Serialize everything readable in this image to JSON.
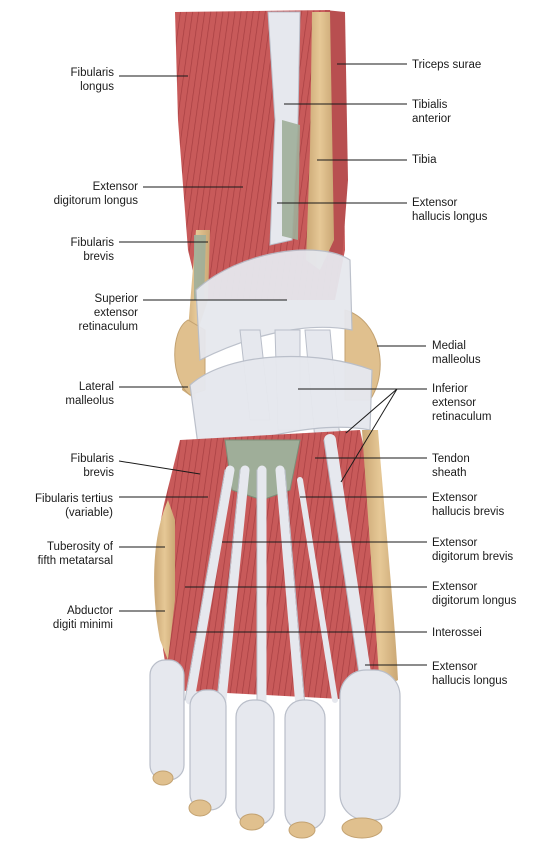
{
  "labels": {
    "fibularis_longus": [
      "Fibularis",
      "longus"
    ],
    "extensor_digitorum_longus_upper": [
      "Extensor",
      "digitorum longus"
    ],
    "fibularis_brevis_upper": [
      "Fibularis",
      "brevis"
    ],
    "superior_extensor_retinaculum": [
      "Superior",
      "extensor",
      "retinaculum"
    ],
    "lateral_malleolus": [
      "Lateral",
      "malleolus"
    ],
    "fibularis_brevis_lower": [
      "Fibularis",
      "brevis"
    ],
    "fibularis_tertius": [
      "Fibularis tertius",
      "(variable)"
    ],
    "tuberosity_fifth_metatarsal": [
      "Tuberosity of",
      "fifth metatarsal"
    ],
    "abductor_digiti_minimi": [
      "Abductor",
      "digiti minimi"
    ],
    "triceps_surae": [
      "Triceps surae"
    ],
    "tibialis_anterior": [
      "Tibialis",
      "anterior"
    ],
    "tibia": [
      "Tibia"
    ],
    "extensor_hallucis_longus_upper": [
      "Extensor",
      "hallucis longus"
    ],
    "medial_malleolus": [
      "Medial",
      "malleolus"
    ],
    "inferior_extensor_retinaculum": [
      "Inferior",
      "extensor",
      "retinaculum"
    ],
    "tendon_sheath": [
      "Tendon",
      "sheath"
    ],
    "extensor_hallucis_brevis": [
      "Extensor",
      "hallucis brevis"
    ],
    "extensor_digitorum_brevis": [
      "Extensor",
      "digitorum brevis"
    ],
    "extensor_digitorum_longus_lower": [
      "Extensor",
      "digitorum longus"
    ],
    "interossei": [
      "Interossei"
    ],
    "extensor_hallucis_longus_lower": [
      "Extensor",
      "hallucis longus"
    ]
  },
  "colors": {
    "muscle": "#c85a5a",
    "muscle_dark": "#a63e41",
    "tendon": "#e6e8ee",
    "tendon_shadow": "#b9bec9",
    "bone": "#d9b98a",
    "sheath": "#9fae99",
    "leader": "#1a1a1a"
  }
}
